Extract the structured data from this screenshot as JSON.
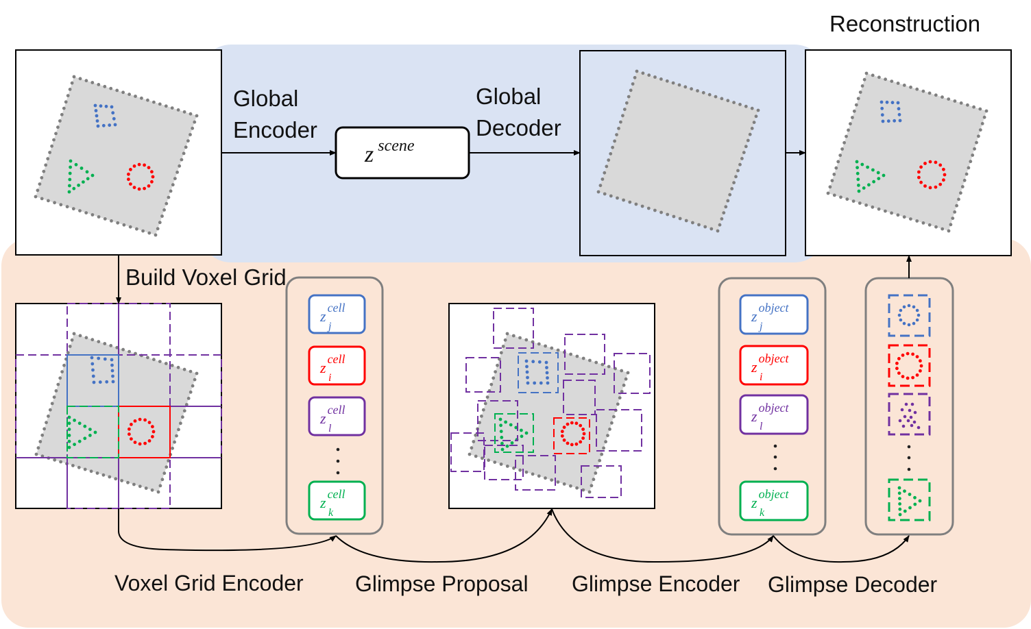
{
  "labels": {
    "reconstruction": "Reconstruction",
    "global_encoder_1": "Global",
    "global_encoder_2": "Encoder",
    "global_decoder_1": "Global",
    "global_decoder_2": "Decoder",
    "build_voxel_grid": "Build Voxel Grid",
    "voxel_grid_encoder": "Voxel Grid Encoder",
    "glimpse_proposal": "Glimpse Proposal",
    "glimpse_encoder": "Glimpse Encoder",
    "glimpse_decoder": "Glimpse Decoder"
  },
  "scene_latent": {
    "base": "z",
    "sup": "scene"
  },
  "cell_latents": [
    {
      "base": "z",
      "sub": "j",
      "sup": "cell"
    },
    {
      "base": "z",
      "sub": "i",
      "sup": "cell"
    },
    {
      "base": "z",
      "sub": "l",
      "sup": "cell"
    },
    {
      "base": "z",
      "sub": "k",
      "sup": "cell"
    }
  ],
  "object_latents": [
    {
      "base": "z",
      "sub": "j",
      "sup": "object"
    },
    {
      "base": "z",
      "sub": "i",
      "sup": "object"
    },
    {
      "base": "z",
      "sub": "l",
      "sup": "object"
    },
    {
      "base": "z",
      "sub": "k",
      "sup": "object"
    }
  ],
  "colors": {
    "blue": "#4472c4",
    "red": "#ff0000",
    "purple": "#7030a0",
    "green": "#00b050",
    "global_panel": "#dae3f3",
    "local_panel": "#fbe5d6",
    "scene_gray": "#d9d9d9",
    "dot_gray": "#7f7f7f",
    "container_gray": "#7f7f7f"
  }
}
